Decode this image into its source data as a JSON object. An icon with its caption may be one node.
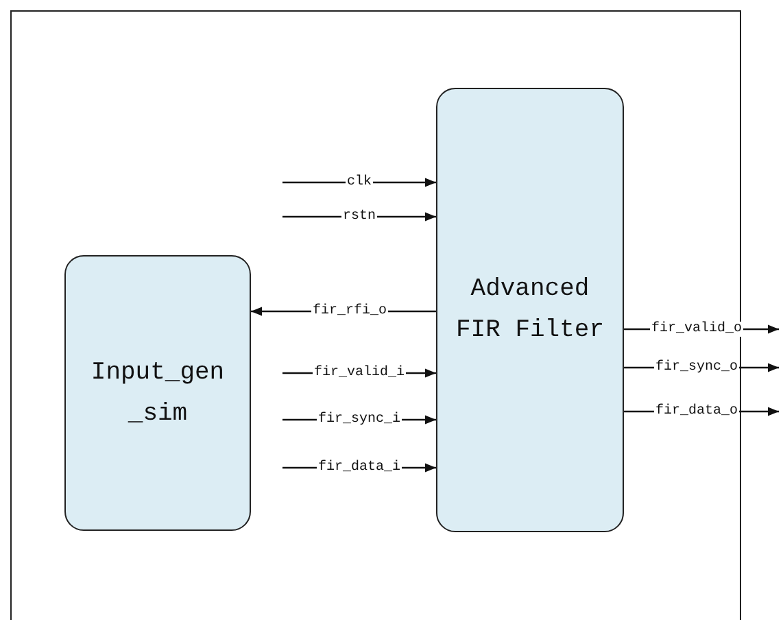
{
  "diagram": {
    "nodes": [
      {
        "text": [
          "Input_gen _sim"
        ]
      },
      {
        "text": [
          "Advanced FIR Filter"
        ]
      }
    ],
    "edges": [
      {
        "from": null,
        "to": 1,
        "arrow": "to",
        "label": "clk"
      },
      {
        "from": null,
        "to": 1,
        "arrow": "to",
        "label": "rstn"
      },
      {
        "from": 1,
        "to": 0,
        "arrow": "to",
        "label": "fir_rfi_o"
      },
      {
        "from": null,
        "to": 1,
        "arrow": "to",
        "label": "fir_valid_i"
      },
      {
        "from": null,
        "to": 1,
        "arrow": "to",
        "label": "fir_sync_i"
      },
      {
        "from": null,
        "to": 1,
        "arrow": "to",
        "label": "fir_data_i"
      },
      {
        "from": 1,
        "to": null,
        "arrow": "to",
        "label": "fir_valid_o"
      },
      {
        "from": 1,
        "to": null,
        "arrow": "to",
        "label": "fir_sync_o"
      },
      {
        "from": 1,
        "to": null,
        "arrow": "to",
        "label": "fir_data_o"
      }
    ]
  }
}
